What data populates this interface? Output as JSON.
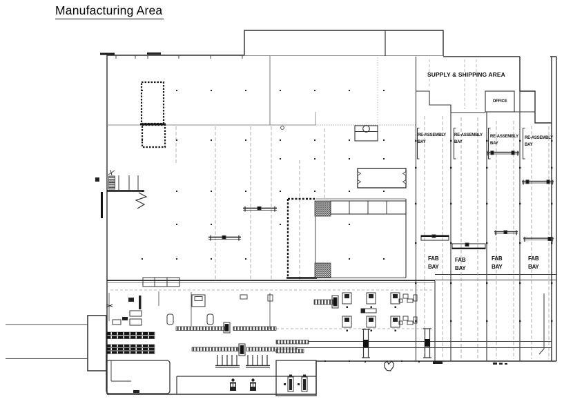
{
  "title": "Manufacturing Area",
  "areas": {
    "supply_shipping": "SUPPLY & SHIPPING AREA",
    "office": "OFFICE",
    "reassembly_bays": [
      "RE-ASSEMBLY\nBAY",
      "RE-ASSEMBLY\nBAY",
      "RE-ASSEMBLY\nBAY",
      "RE-ASSEMBLY\nBAY"
    ],
    "fab_bays": [
      "FAB\nBAY",
      "FAB\nBAY",
      "FAB\nBAY",
      "FAB\nBAY"
    ]
  },
  "symbols": [
    "crane-rail-icon",
    "roller-conveyor-icon",
    "storage-rack-icon",
    "operator-station-icon",
    "machine-icon",
    "stairs-icon",
    "dock-icon"
  ],
  "colors": {
    "background": "#ffffff",
    "line": "#2e2e2e",
    "dark_fill": "#181818",
    "grid": "#9a9a9a",
    "text": "#101010"
  }
}
